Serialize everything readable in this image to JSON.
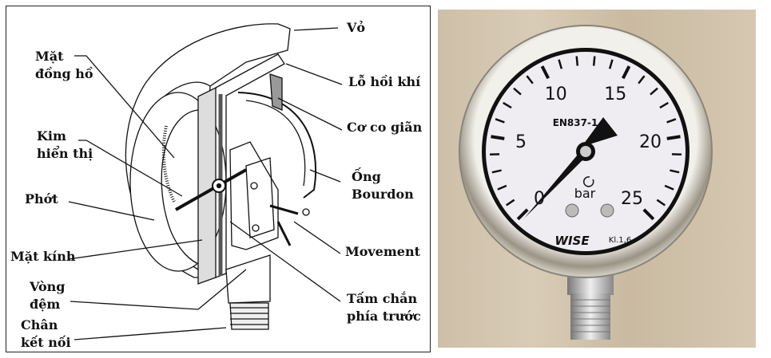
{
  "diagram": {
    "labels_right": {
      "vo": "Vỏ",
      "lo_hoi_khi": "Lỗ hồi khí",
      "co_co_gian": "Cơ co giãn",
      "ong_bourdon_1": "Ống",
      "ong_bourdon_2": "Bourdon",
      "movement": "Movement",
      "tam_chan_1": "Tấm chắn",
      "tam_chan_2": "phía trước"
    },
    "labels_left": {
      "mat_dong_ho_1": "Mặt",
      "mat_dong_ho_2": "đồng hồ",
      "kim_1": "Kim",
      "kim_2": "hiển thị",
      "phot": "Phớt",
      "mat_kinh": "Mặt kính",
      "vong_dem_1": "Vòng",
      "vong_dem_2": "đệm",
      "chan_1": "Chân",
      "chan_2": "kết nối"
    }
  },
  "photo": {
    "scale_numbers": [
      "0",
      "5",
      "10",
      "15",
      "20",
      "25"
    ],
    "standard": "EN837-1",
    "unit": "bar",
    "brand": "WISE",
    "accuracy_class": "Kl.1,6",
    "needle_value_bar": 0
  }
}
